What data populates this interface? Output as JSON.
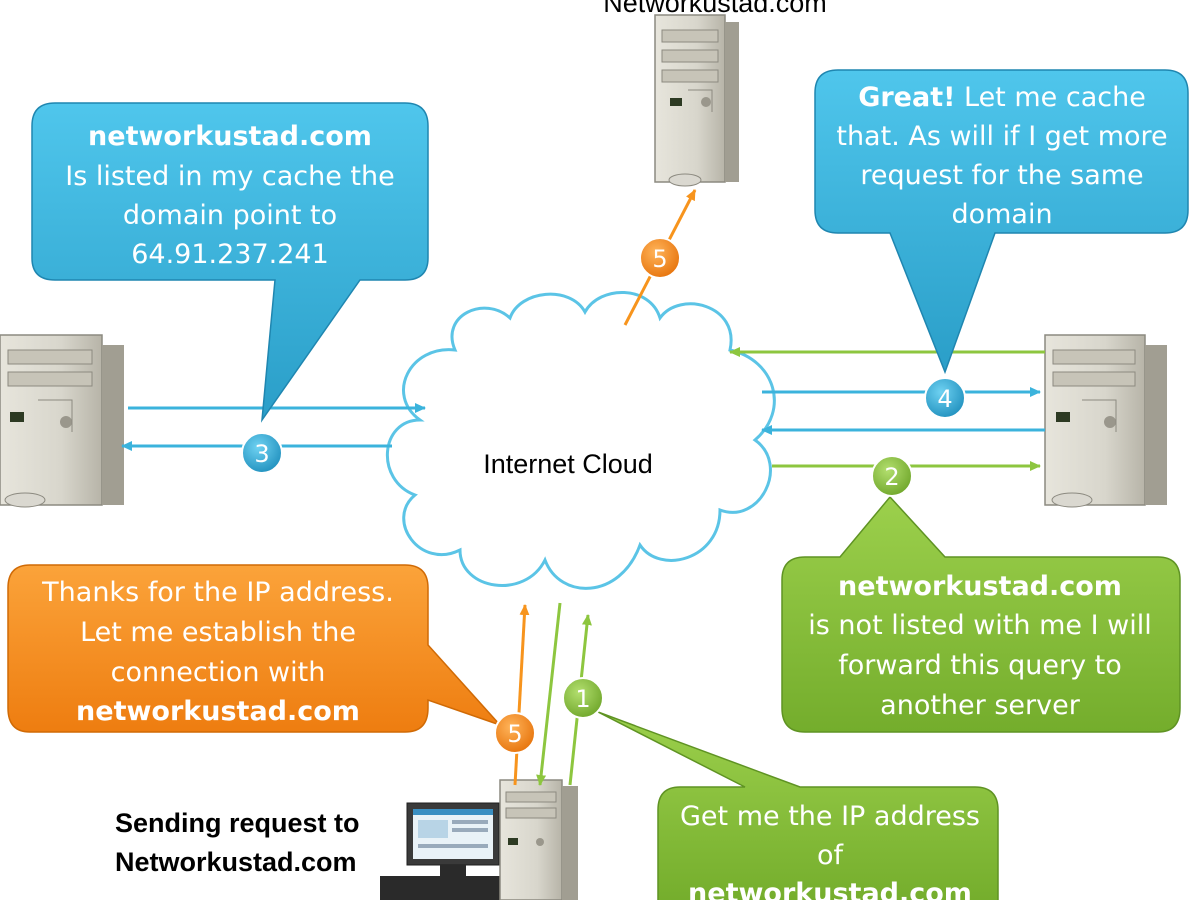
{
  "diagram": {
    "cloud_label": "Internet Cloud",
    "top_server_label": "Networkustad.com",
    "client_label": {
      "line1": "Sending request to",
      "line2": "Networkustad.com"
    },
    "callouts": {
      "cache": {
        "line1": "networkustad.com",
        "line2": "Is listed in my cache the",
        "line3": "domain point to",
        "line4": "64.91.237.241"
      },
      "great": {
        "bold": "Great!",
        "line1_rest": " Let me cache",
        "line2": "that. As will if I get more",
        "line3": "request for the same",
        "line4": "domain"
      },
      "thanks": {
        "line1": "Thanks for the IP address.",
        "line2": "Let me establish the",
        "line3": "connection with",
        "line4": "networkustad.com"
      },
      "forward": {
        "line1": "networkustad.com",
        "line2": "is not listed with me I will",
        "line3": "forward this query to",
        "line4": "another server"
      },
      "getip": {
        "line1": "Get me the IP address",
        "line2": "of",
        "line3": "networkustad.com"
      }
    },
    "step_badges": {
      "step1": "1",
      "step2": "2",
      "step3": "3",
      "step4": "4",
      "step5_top": "5",
      "step5_bottom": "5"
    },
    "colors": {
      "blue": "#3bb3dc",
      "green": "#8dc63f",
      "orange": "#f7941d",
      "cloud_stroke": "#5bc4e6"
    }
  }
}
